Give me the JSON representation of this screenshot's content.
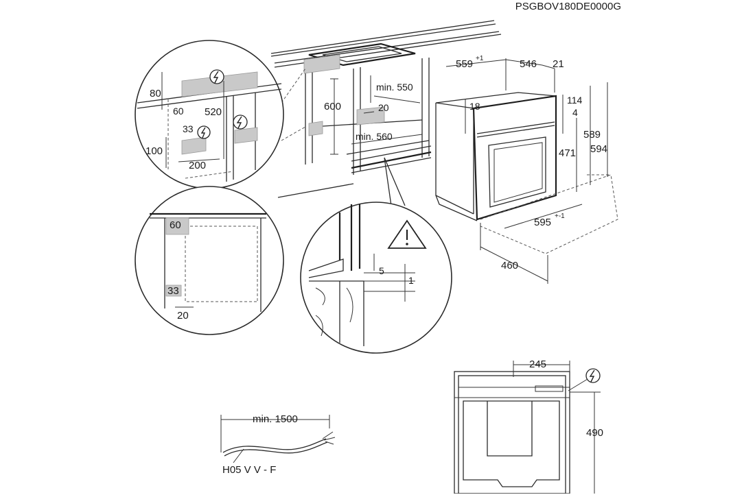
{
  "header": {
    "model_code": "PSGBOV180DE0000G"
  },
  "top_cabinet": {
    "dim_600": "600",
    "dim_min550": "min. 550",
    "dim_20": "20",
    "dim_min560": "min. 560"
  },
  "oven": {
    "dim_559": "559",
    "dim_559_tol": "+1",
    "dim_546": "546",
    "dim_21": "21",
    "dim_114": "114",
    "dim_4": "4",
    "dim_18": "18",
    "dim_589": "589",
    "dim_594": "594",
    "dim_471": "471",
    "dim_595": "595",
    "dim_595_tol": "+-1",
    "dim_460": "460"
  },
  "detail_socket": {
    "dim_80": "80",
    "dim_60": "60",
    "dim_520": "520",
    "dim_33": "33",
    "dim_100": "100",
    "dim_200": "200"
  },
  "detail_recess": {
    "dim_60": "60",
    "dim_33": "33",
    "dim_20": "20"
  },
  "detail_gap": {
    "dim_5": "5",
    "dim_1": "1"
  },
  "cable": {
    "dim_min1500": "min. 1500",
    "cable_type": "H05 V V - F"
  },
  "back_view": {
    "dim_245": "245",
    "dim_490": "490"
  },
  "icons": [
    "electric-hazard-icon",
    "warning-triangle-icon"
  ]
}
